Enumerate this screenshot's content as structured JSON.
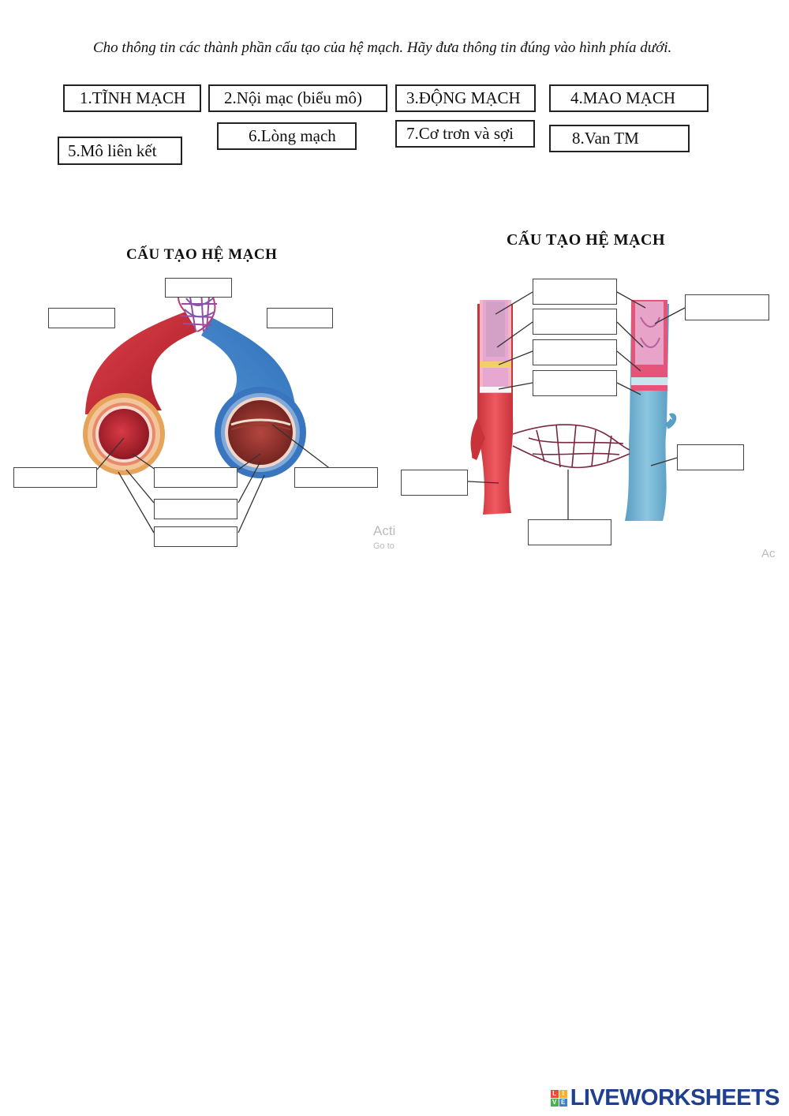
{
  "instruction": "Cho thông tin các thành phần cấu tạo của hệ mạch. Hãy đưa thông tin đúng vào hình phía dưới.",
  "terms": [
    {
      "id": "t1",
      "label": "1.TĨNH MẠCH"
    },
    {
      "id": "t2",
      "label": "2.Nội mạc (biểu mô)"
    },
    {
      "id": "t3",
      "label": "3.ĐỘNG MẠCH"
    },
    {
      "id": "t4",
      "label": "4.MAO MẠCH"
    },
    {
      "id": "t5",
      "label": "5.Mô liên kết"
    },
    {
      "id": "t6",
      "label": "6.Lòng mạch"
    },
    {
      "id": "t7",
      "label": "7.Cơ trơn và sợi"
    },
    {
      "id": "t8",
      "label": "8.Van  TM"
    }
  ],
  "diagram_left": {
    "title": "CẤU TẠO HỆ MẠCH",
    "watermark_line1": "Acti",
    "watermark_line2": "Go to"
  },
  "diagram_right": {
    "title": "CẤU TẠO HỆ MẠCH",
    "watermark": "Ac"
  },
  "footer": {
    "brand": "LIVEWORKSHEETS",
    "logo_letters": [
      "L",
      "I",
      "V",
      "E"
    ]
  },
  "colors": {
    "artery": "#c8323b",
    "vein": "#3f7fc0",
    "vein_light": "#6fb3d0",
    "brand": "#1f3f8f"
  }
}
